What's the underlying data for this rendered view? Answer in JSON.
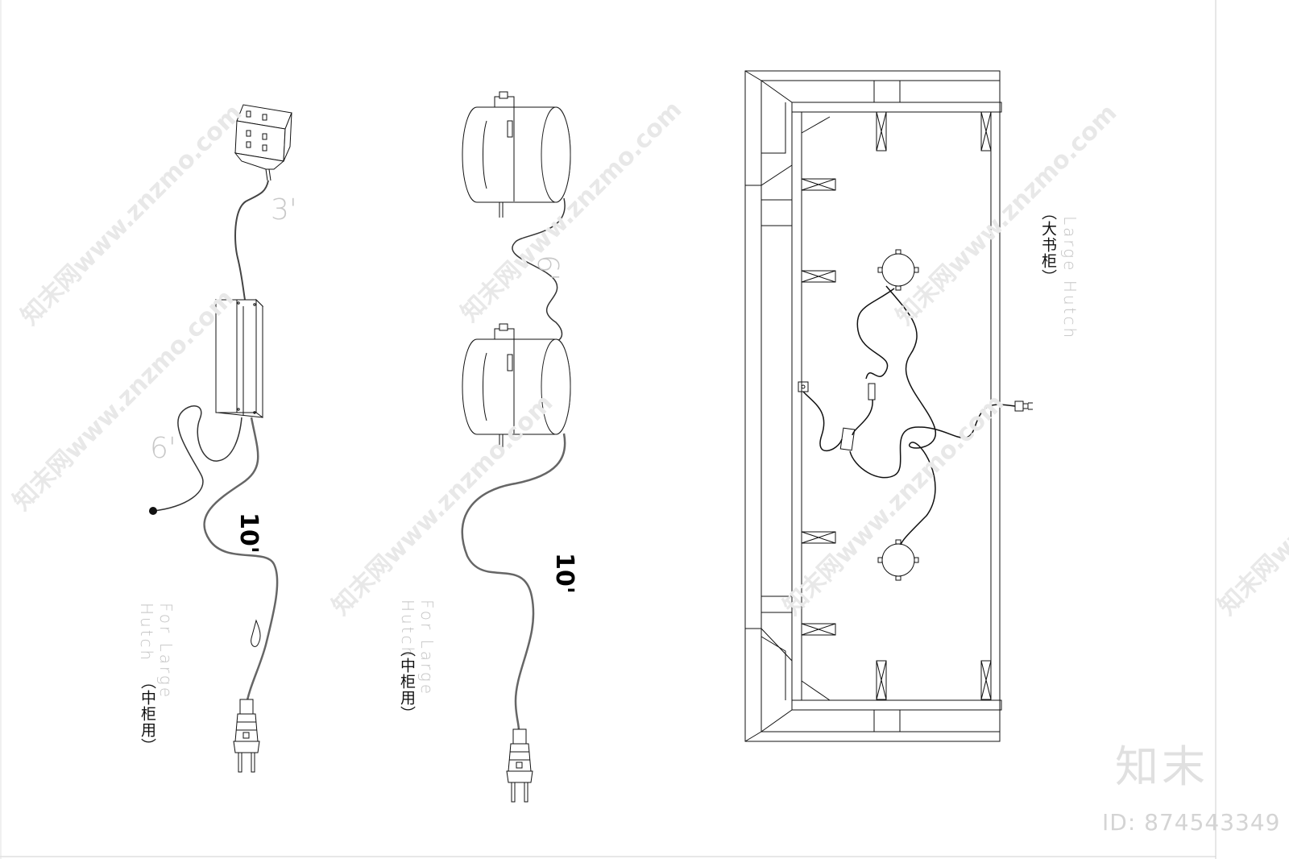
{
  "labels": {
    "for_large_hutch_1": "For Large\nHutch",
    "zhong_gui_yong_1": "（中柜用）",
    "for_large_hutch_2": "For Large\nHutch",
    "zhong_gui_yong_2": "（中柜用）",
    "large_hutch": "Large Hutch",
    "da_shu_gui": "（大书柜）"
  },
  "lengths": {
    "left_3ft": "3'",
    "left_6ft": "6'",
    "left_10ft": "10'",
    "mid_6ft": "6'",
    "mid_10ft": "10'"
  },
  "watermark": {
    "text": "知末网www.znzmo.com",
    "brand": "知末",
    "image_id": "ID: 874543349"
  },
  "colors": {
    "line": "#111111",
    "wire": "#555555",
    "frame": "#cfcfcf",
    "watermark": "#e8e8e8"
  }
}
